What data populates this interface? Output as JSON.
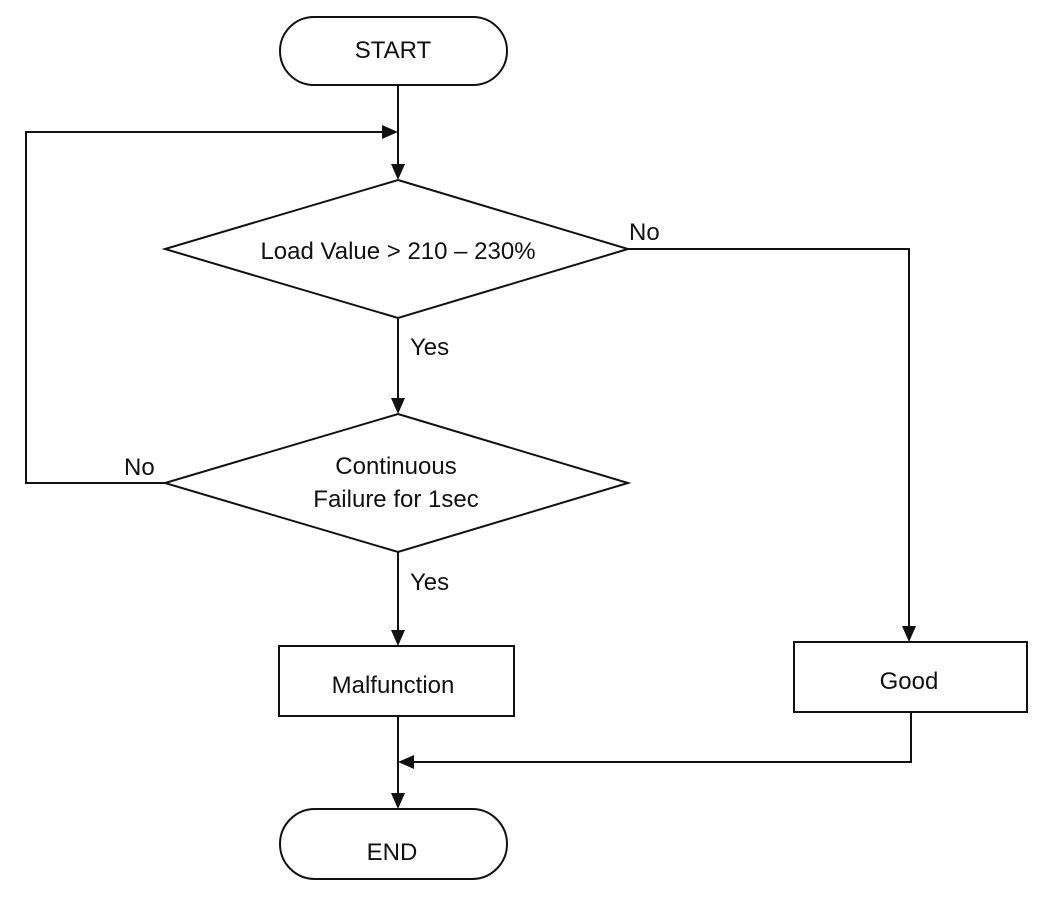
{
  "nodes": {
    "start": "START",
    "decision_load": "Load Value > 210 – 230%",
    "decision_continuous": {
      "line1": "Continuous",
      "line2": "Failure for 1sec"
    },
    "malfunction": "Malfunction",
    "good": "Good",
    "end": "END"
  },
  "edge_labels": {
    "load_no": "No",
    "load_yes": "Yes",
    "continuous_no": "No",
    "continuous_yes": "Yes"
  }
}
